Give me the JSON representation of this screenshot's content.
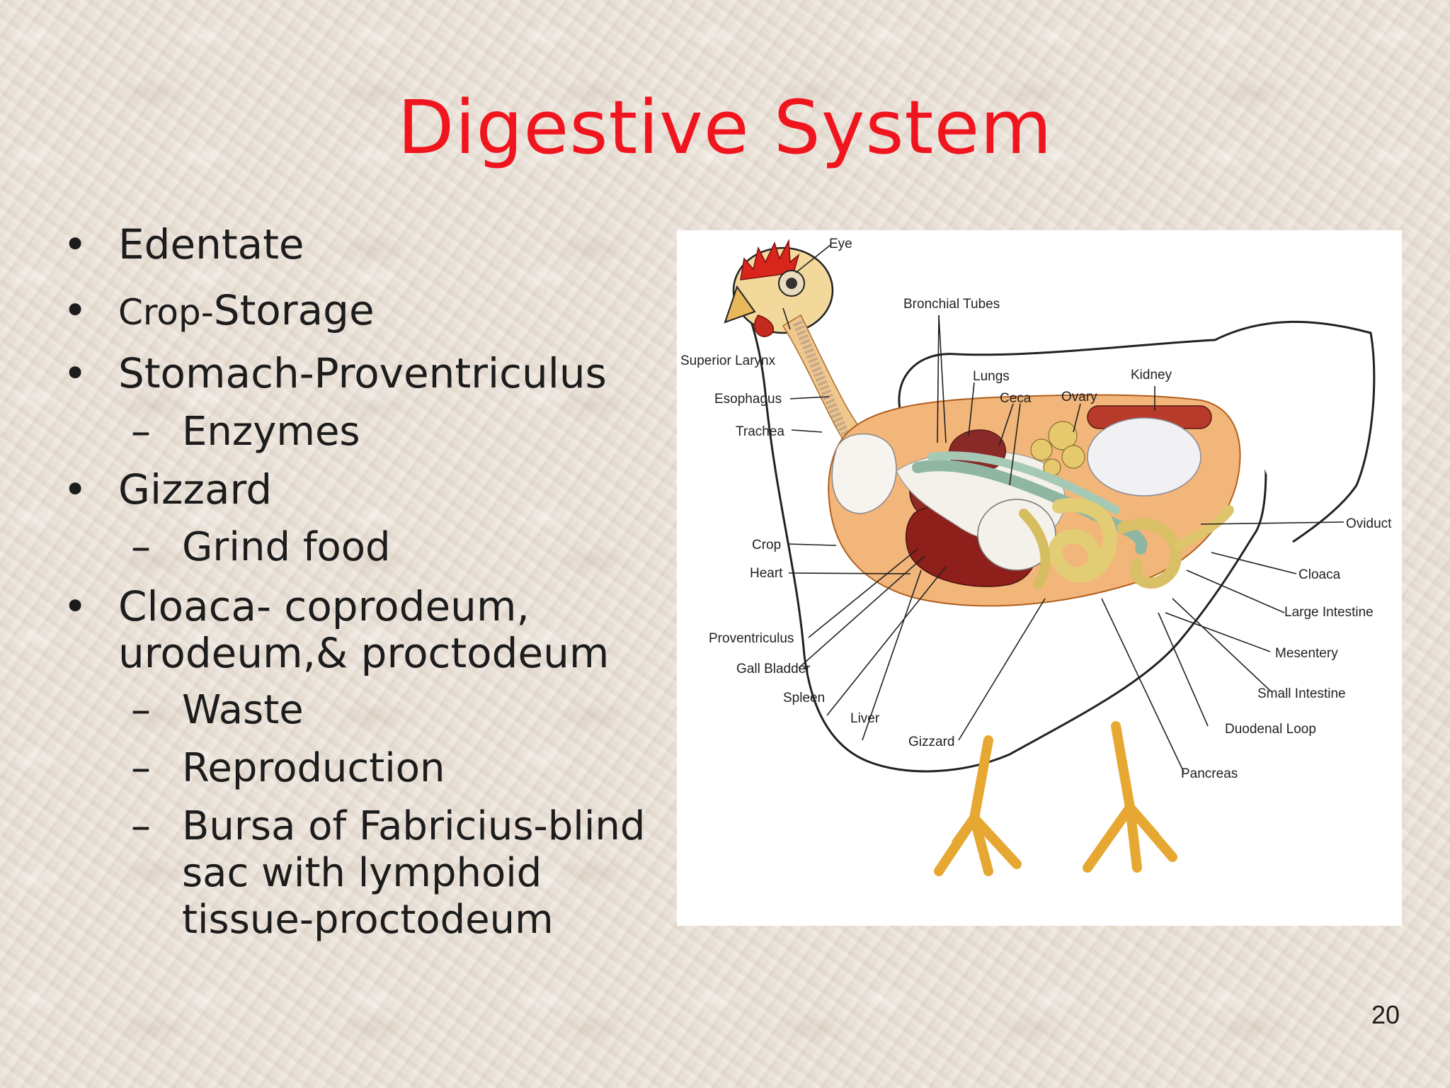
{
  "slide": {
    "title": "Digestive System",
    "page_number": "20",
    "bullets": [
      {
        "text": "Edentate"
      },
      {
        "prefix": "Crop-",
        "text": "Storage"
      },
      {
        "text": "Stomach-Proventriculus"
      },
      {
        "text": "Enzymes"
      },
      {
        "text": "Gizzard"
      },
      {
        "text": "Grind food"
      },
      {
        "text": "Cloaca- coprodeum,",
        "text2": "urodeum,& proctodeum"
      },
      {
        "text": "Waste"
      },
      {
        "text": "Reproduction"
      },
      {
        "text": "Bursa of Fabricius-blind",
        "text2": "sac with lymphoid",
        "text3": "tissue-proctodeum"
      }
    ],
    "bullet_glyph": "•",
    "dash_glyph": "–"
  },
  "diagram": {
    "labels": {
      "eye": "Eye",
      "bronchial_tubes": "Bronchial Tubes",
      "superior_larynx": "Superior Larynx",
      "lungs": "Lungs",
      "kidney": "Kidney",
      "esophagus": "Esophagus",
      "ceca": "Ceca",
      "ovary": "Ovary",
      "trachea": "Trachea",
      "oviduct": "Oviduct",
      "crop": "Crop",
      "cloaca": "Cloaca",
      "heart": "Heart",
      "large_intestine": "Large Intestine",
      "proventriculus": "Proventriculus",
      "mesentery": "Mesentery",
      "gall_bladder": "Gall Bladder",
      "small_intestine": "Small Intestine",
      "spleen": "Spleen",
      "liver": "Liver",
      "duodenal_loop": "Duodenal Loop",
      "gizzard": "Gizzard",
      "pancreas": "Pancreas"
    }
  }
}
